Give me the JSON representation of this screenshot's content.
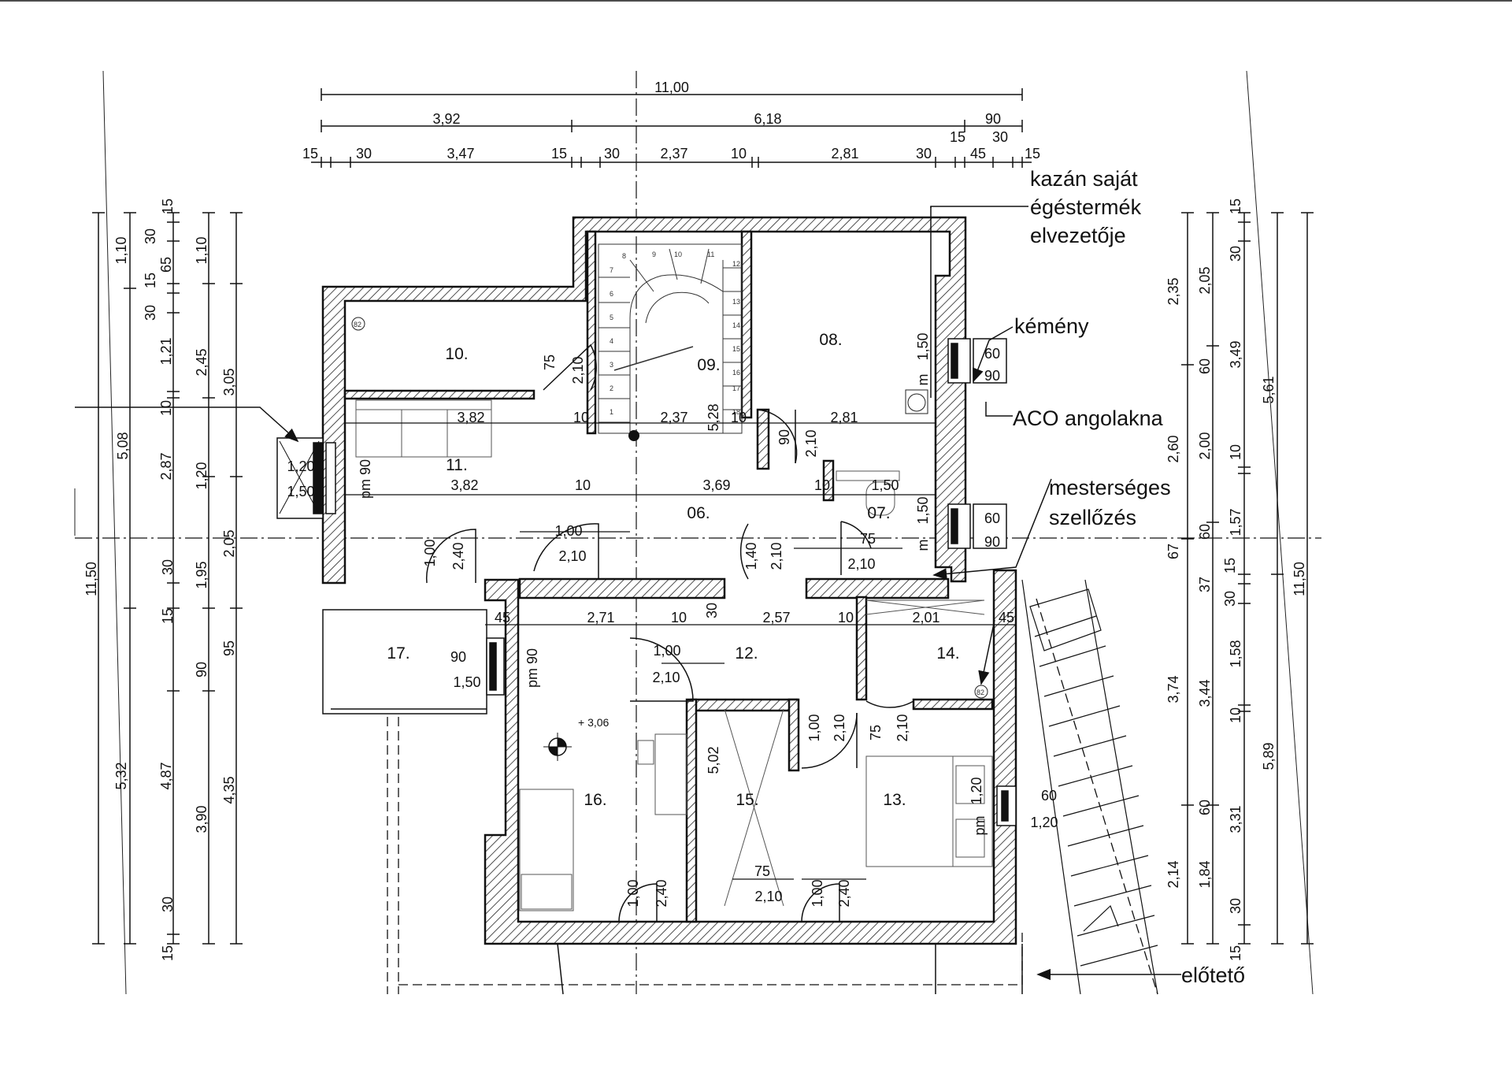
{
  "top_dims": {
    "overall": "11,00",
    "row2": [
      "3,92",
      "6,18",
      "90"
    ],
    "row3": [
      "15",
      "30",
      "3,47",
      "15",
      "30",
      "2,37",
      "10",
      "2,81",
      "30",
      "15",
      "45",
      "30",
      "15"
    ]
  },
  "left_dims": [
    "1,10",
    "30",
    "15",
    "65",
    "15",
    "30",
    "1,21",
    "10",
    "5,08",
    "2,87",
    "1,10",
    "2,45",
    "3,05",
    "1,20",
    "11,50",
    "30",
    "1,95",
    "2,05",
    "15",
    "95",
    "90",
    "5,32",
    "4,87",
    "3,90",
    "4,35",
    "30",
    "15"
  ],
  "right_dims": [
    "15",
    "2,35",
    "2,05",
    "30",
    "3,49",
    "60",
    "5,61",
    "2,60",
    "2,00",
    "10",
    "60",
    "1,57",
    "67",
    "37",
    "15",
    "30",
    "11,50",
    "1,58",
    "3,74",
    "3,44",
    "10",
    "60",
    "5,89",
    "3,31",
    "2,14",
    "1,84",
    "30",
    "15"
  ],
  "rooms": [
    "10.",
    "11.",
    "06.",
    "07.",
    "08.",
    "09.",
    "12.",
    "13.",
    "14.",
    "15.",
    "16.",
    "17."
  ],
  "interior_dims": {
    "r10_door": "75",
    "r10_door_h": "2,10",
    "r11_w1": "3,82",
    "r11_w2": "3,82",
    "d10a": "10",
    "d237": "2,37",
    "d528": "5,28",
    "d10b": "10",
    "d281": "2,81",
    "d10c": "10",
    "d369": "3,69",
    "d10d": "10",
    "d150a": "1,50",
    "win11_a": "1,20",
    "win11_b": "1,50",
    "pm90a": "pm 90",
    "door08": "90",
    "door08_h": "2,10",
    "win08": "1,50",
    "win08_m": "m",
    "door06": "1,00",
    "door06_h": "2,10",
    "door_left": "1,00",
    "door_left_h": "2,40",
    "door_c": "1,40",
    "door_c_h": "2,10",
    "door07": "75",
    "door07_h": "2,10",
    "win07": "1,50",
    "win07_m": "m",
    "ch60a": "60",
    "ch90a": "90",
    "ch60b": "60",
    "ch90b": "90",
    "d45a": "45",
    "d271": "2,71",
    "d10e": "10",
    "d30": "30",
    "d257": "2,57",
    "d10f": "10",
    "d201": "2,01",
    "d45b": "45",
    "win17": "90",
    "win17_b": "1,50",
    "pm90b": "pm 90",
    "door12": "1,00",
    "door12_h": "2,10",
    "level": "+ 3,06",
    "d502": "5,02",
    "door13a": "1,00",
    "door13a_h": "2,10",
    "door13b": "75",
    "door13b_h": "2,10",
    "win13": "1,20",
    "win13_pm": "pm",
    "win13_60": "60",
    "win13_120": "1,20",
    "door15": "75",
    "door15_h": "2,10",
    "door16": "1,00",
    "door16_h": "2,40",
    "door15b": "1,00",
    "door15b_h": "2,40",
    "vent": "82",
    "stairs": [
      "1",
      "2",
      "3",
      "4",
      "5",
      "6",
      "7",
      "8",
      "9",
      "10",
      "11",
      "12",
      "13",
      "14",
      "15",
      "16",
      "17",
      "18"
    ]
  },
  "annotations": {
    "flue": [
      "kazán saját",
      "égéstermék",
      "elvezetője"
    ],
    "chimney": "kémény",
    "aco": "ACO angolakna",
    "vent": [
      "mesterséges",
      "szellőzés"
    ],
    "canopy": "előtető"
  }
}
